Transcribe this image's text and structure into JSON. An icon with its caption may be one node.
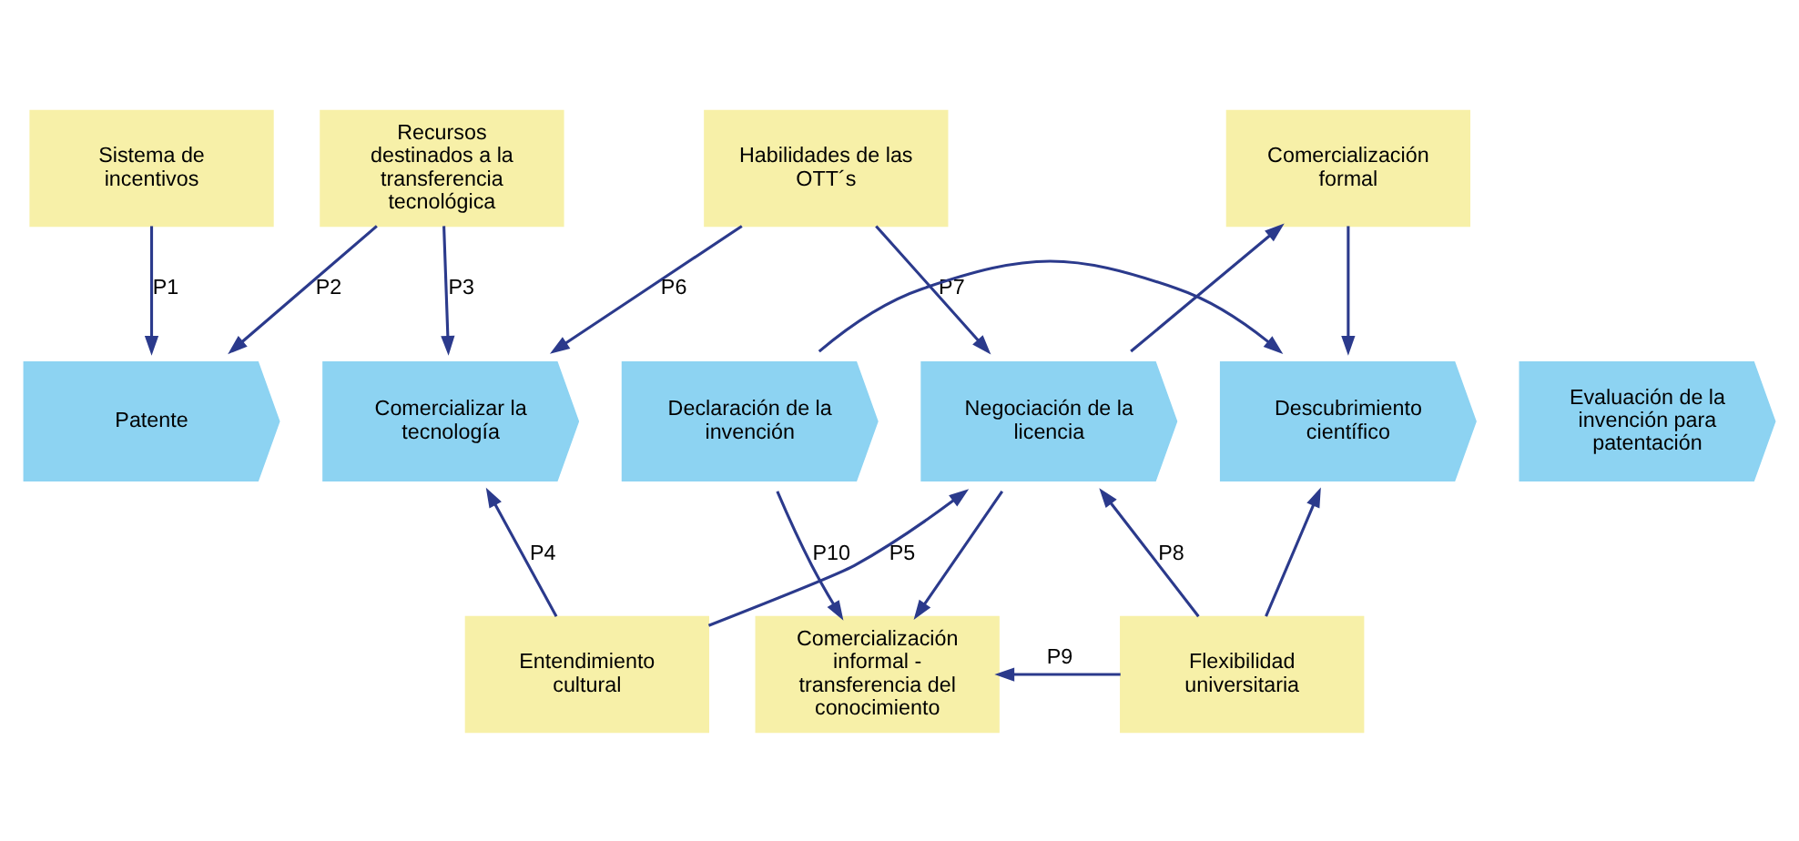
{
  "diagram": {
    "nodes": [
      {
        "text": [
          "Sistema de incentivos"
        ]
      },
      {
        "text": [
          "Recursos destinados a la transferencia tecnológica"
        ]
      },
      {
        "text": [
          "Habilidades de las OTT´s"
        ]
      },
      {
        "text": [
          "Comercialización formal"
        ]
      },
      {
        "text": [
          "Descubrimiento científico"
        ]
      },
      {
        "text": [
          "Declaración de la invención"
        ]
      },
      {
        "text": [
          "Evaluación de la invención para patentación"
        ]
      },
      {
        "text": [
          "Patente"
        ]
      },
      {
        "text": [
          "Comercializar la tecnología"
        ]
      },
      {
        "text": [
          "Negociación de la licencia"
        ]
      },
      {
        "text": [
          "Entendimiento cultural"
        ]
      },
      {
        "text": [
          "Flexibilidad universitaria"
        ]
      },
      {
        "text": [
          "Comercialización informal - transferencia del conocimiento"
        ]
      }
    ],
    "edges": [
      {
        "from": 0,
        "to": 7,
        "arrow": "to",
        "label": "P1"
      },
      {
        "from": 1,
        "to": 7,
        "arrow": "to",
        "label": "P2"
      },
      {
        "from": 1,
        "to": 8,
        "arrow": "to",
        "label": "P3"
      },
      {
        "from": 2,
        "to": 8,
        "arrow": "to",
        "label": "P6"
      },
      {
        "from": 2,
        "to": 9,
        "arrow": "to",
        "label": "P7"
      },
      {
        "from": 9,
        "to": 3,
        "arrow": "to"
      },
      {
        "from": 3,
        "to": 4,
        "arrow": "to"
      },
      {
        "from": 10,
        "to": 8,
        "arrow": "to",
        "label": "P4"
      },
      {
        "from": 10,
        "to": 9,
        "arrow": "to",
        "label": "P5"
      },
      {
        "from": 11,
        "to": 9,
        "arrow": "to",
        "label": "P8"
      },
      {
        "from": 9,
        "to": 12,
        "arrow": "to"
      },
      {
        "from": 11,
        "to": 12,
        "arrow": "to",
        "label": "P9"
      },
      {
        "from": 5,
        "to": 12,
        "arrow": "to",
        "label": "P10"
      },
      {
        "from": 5,
        "to": 4,
        "arrow": "to"
      },
      {
        "from": 11,
        "to": 4,
        "arrow": "to"
      }
    ]
  }
}
